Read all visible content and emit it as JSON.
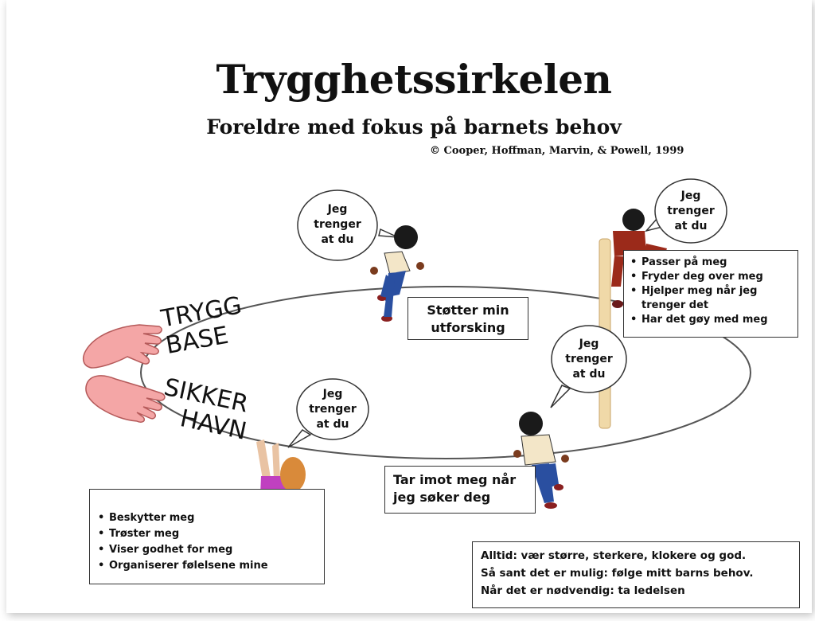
{
  "title": "Trygghetssirkelen",
  "subtitle": "Foreldre med fokus på barnets behov",
  "credit": "© Cooper, Hoffman,  Marvin, & Powell, 1999",
  "hand_labels": {
    "top_line1": "TRYGG",
    "top_line2": "BASE",
    "bottom_line1": "SIKKER",
    "bottom_line2": "HAVN"
  },
  "bubbles": {
    "top": [
      "Jeg",
      "trenger",
      "at du"
    ],
    "right": [
      "Jeg",
      "trenger",
      "at du"
    ],
    "middle": [
      "Jeg",
      "trenger",
      "at du"
    ],
    "bottom_left": [
      "Jeg",
      "trenger",
      "at du"
    ]
  },
  "boxes": {
    "support": [
      "Støtter min",
      "utforsking"
    ],
    "receive": [
      "Tar imot meg når",
      "jeg søker deg"
    ],
    "right_list": [
      "Passer på meg",
      "Fryder deg over meg",
      "Hjelper meg når jeg trenger det",
      "Har det gøy med meg"
    ],
    "left_list": [
      "Beskytter meg",
      "Trøster meg",
      "Viser godhet for meg",
      "Organiserer følelsene mine"
    ],
    "always": [
      "Alltid: vær større, sterkere, klokere og god.",
      "Så sant det er mulig: følge mitt barns behov.",
      "Når det er nødvendig: ta ledelsen"
    ]
  },
  "colors": {
    "hands": "#f4a6a6",
    "hand_outline": "#b55a5a",
    "shirt": "#f3e6c8",
    "pants": "#2a4fa0",
    "skin_dark": "#7a3b1e",
    "hair": "#1a1a1a",
    "baby_shirt": "#c040c0",
    "baby_hair": "#d98a3a",
    "pole": "#f0d9a8"
  }
}
